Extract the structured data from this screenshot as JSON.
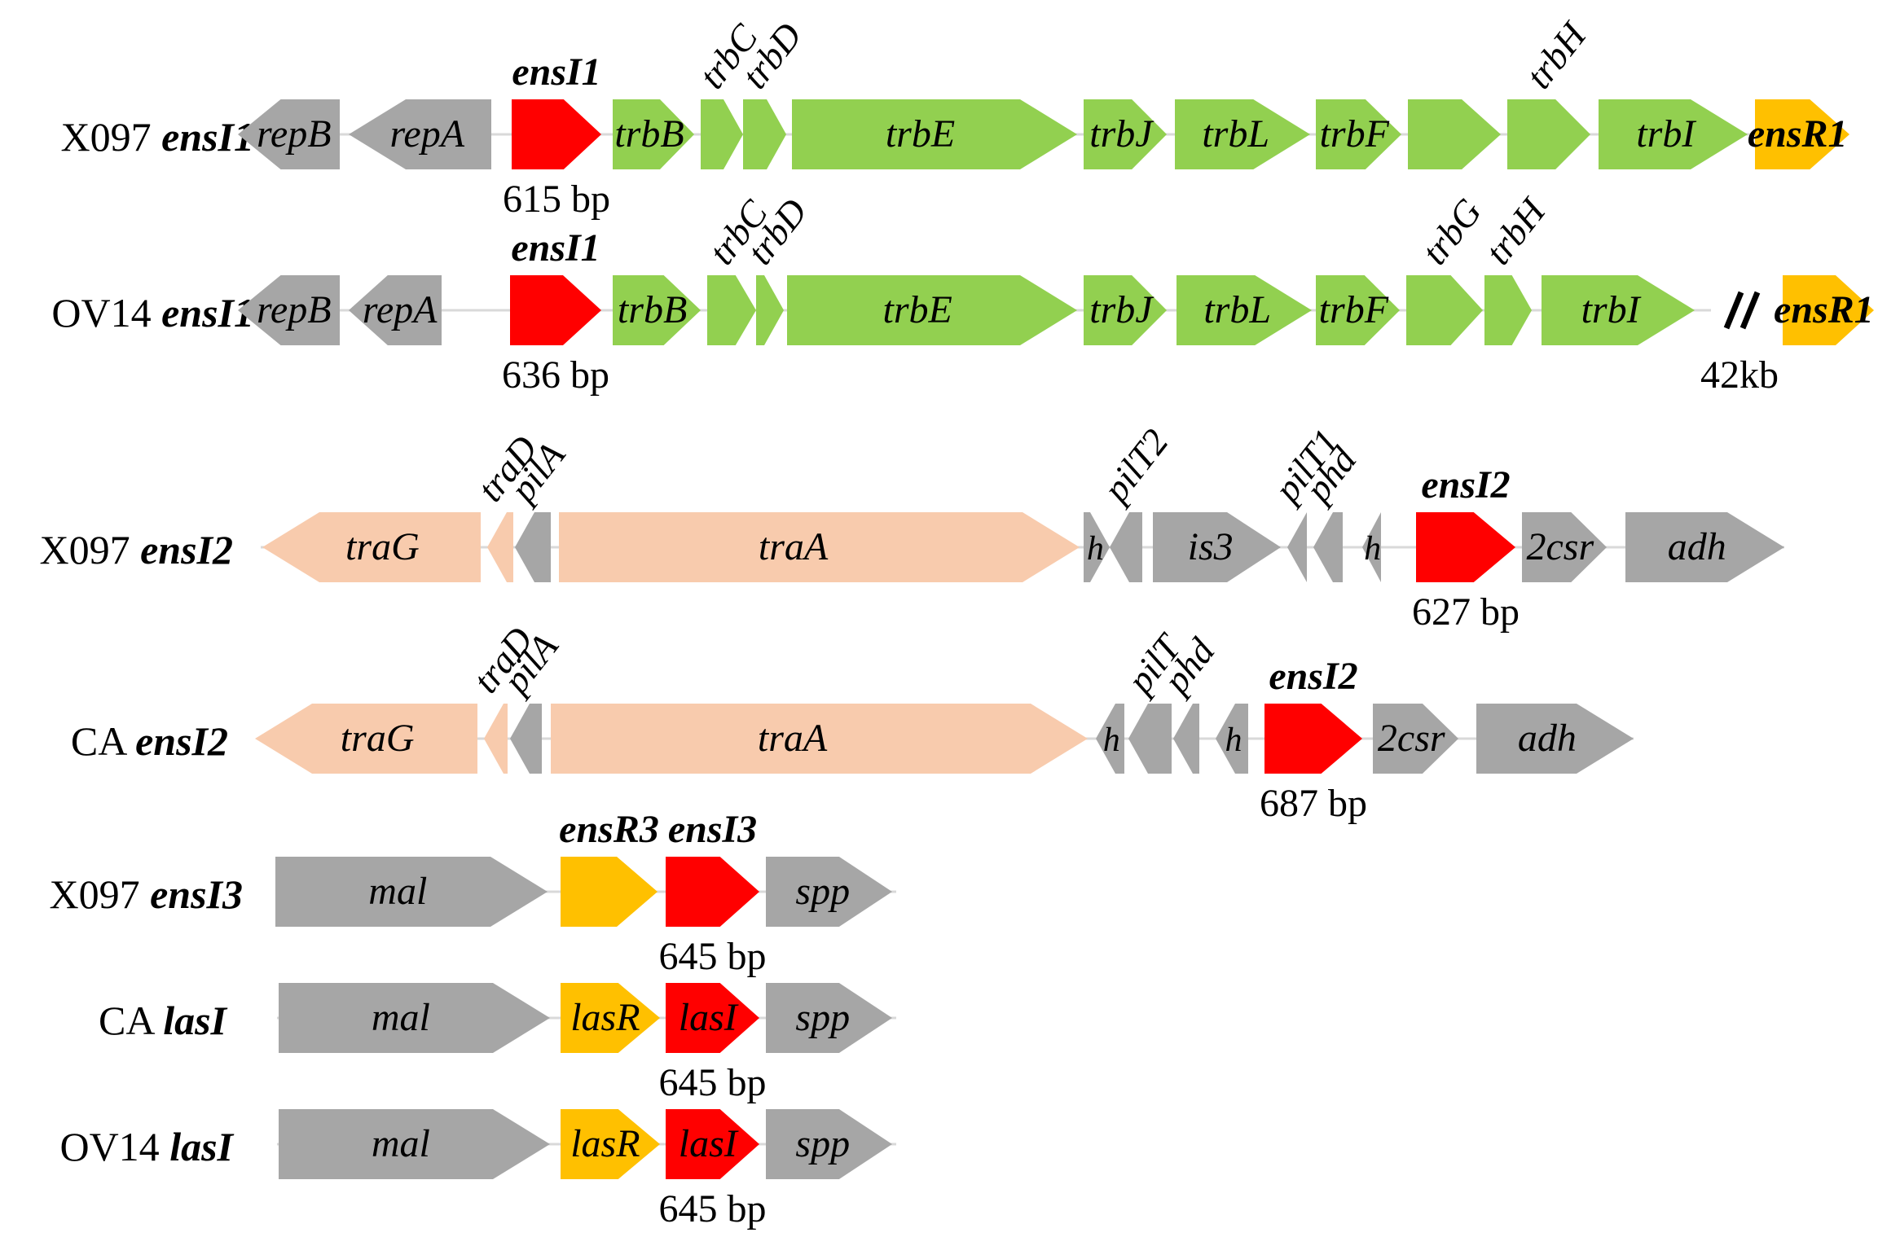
{
  "colors": {
    "gray": "#a6a6a6",
    "green": "#92d050",
    "red": "#ff0000",
    "orange": "#ffc000",
    "peach": "#f8cbad",
    "line": "#d9d9d9",
    "text": "#000000"
  },
  "rows": [
    {
      "strain": "X097",
      "locus": "ensI1",
      "genes": [
        {
          "label": "repB",
          "color": "gray",
          "dir": "left"
        },
        {
          "label": "repA",
          "color": "gray",
          "dir": "left"
        },
        {
          "label": "",
          "color": "red",
          "dir": "right",
          "above": "ensI1",
          "above_bold": true,
          "below": "615 bp"
        },
        {
          "label": "trbB",
          "color": "green",
          "dir": "right"
        },
        {
          "label": "",
          "color": "green",
          "dir": "right",
          "above": "trbC"
        },
        {
          "label": "",
          "color": "green",
          "dir": "right",
          "above": "trbD"
        },
        {
          "label": "trbE",
          "color": "green",
          "dir": "right"
        },
        {
          "label": "trbJ",
          "color": "green",
          "dir": "right"
        },
        {
          "label": "trbL",
          "color": "green",
          "dir": "right"
        },
        {
          "label": "trbF",
          "color": "green",
          "dir": "right"
        },
        {
          "label": "",
          "color": "green",
          "dir": "right"
        },
        {
          "label": "",
          "color": "green",
          "dir": "right",
          "above": "trbH"
        },
        {
          "label": "trbI",
          "color": "green",
          "dir": "right"
        },
        {
          "label": "ensR1",
          "color": "orange",
          "dir": "right",
          "bold": true
        }
      ]
    },
    {
      "strain": "OV14",
      "locus": "ensI1",
      "break_label": "42kb",
      "genes": [
        {
          "label": "repB",
          "color": "gray",
          "dir": "left"
        },
        {
          "label": "repA",
          "color": "gray",
          "dir": "left"
        },
        {
          "label": "",
          "color": "red",
          "dir": "right",
          "above": "ensI1",
          "above_bold": true,
          "below": "636 bp"
        },
        {
          "label": "trbB",
          "color": "green",
          "dir": "right"
        },
        {
          "label": "",
          "color": "green",
          "dir": "right",
          "above": "trbC"
        },
        {
          "label": "",
          "color": "green",
          "dir": "right",
          "above": "trbD"
        },
        {
          "label": "trbE",
          "color": "green",
          "dir": "right"
        },
        {
          "label": "trbJ",
          "color": "green",
          "dir": "right"
        },
        {
          "label": "trbL",
          "color": "green",
          "dir": "right"
        },
        {
          "label": "trbF",
          "color": "green",
          "dir": "right"
        },
        {
          "label": "",
          "color": "green",
          "dir": "right",
          "above": "trbG"
        },
        {
          "label": "",
          "color": "green",
          "dir": "right",
          "above": "trbH"
        },
        {
          "label": "trbI",
          "color": "green",
          "dir": "right"
        },
        {
          "label": "ensR1",
          "color": "orange",
          "dir": "right",
          "bold": true
        }
      ]
    },
    {
      "strain": "X097",
      "locus": "ensI2",
      "genes": [
        {
          "label": "traG",
          "color": "peach",
          "dir": "left"
        },
        {
          "label": "",
          "color": "peach",
          "dir": "left",
          "above": "traD"
        },
        {
          "label": "",
          "color": "gray",
          "dir": "left",
          "above": "pilA"
        },
        {
          "label": "traA",
          "color": "peach",
          "dir": "right"
        },
        {
          "label": "h",
          "color": "gray",
          "dir": "right"
        },
        {
          "label": "",
          "color": "gray",
          "dir": "left",
          "above": "pilT2"
        },
        {
          "label": "is3",
          "color": "gray",
          "dir": "right"
        },
        {
          "label": "",
          "color": "gray",
          "dir": "left",
          "above": "pilT1"
        },
        {
          "label": "",
          "color": "gray",
          "dir": "left",
          "above": "phd"
        },
        {
          "label": "h",
          "color": "gray",
          "dir": "left"
        },
        {
          "label": "",
          "color": "red",
          "dir": "right",
          "above": "ensI2",
          "above_bold": true,
          "below": "627 bp"
        },
        {
          "label": "2csr",
          "color": "gray",
          "dir": "right"
        },
        {
          "label": "adh",
          "color": "gray",
          "dir": "right"
        }
      ]
    },
    {
      "strain": "CA",
      "locus": "ensI2",
      "genes": [
        {
          "label": "traG",
          "color": "peach",
          "dir": "left"
        },
        {
          "label": "",
          "color": "peach",
          "dir": "left",
          "above": "traD"
        },
        {
          "label": "",
          "color": "gray",
          "dir": "left",
          "above": "pilA"
        },
        {
          "label": "traA",
          "color": "peach",
          "dir": "right"
        },
        {
          "label": "h",
          "color": "gray",
          "dir": "left"
        },
        {
          "label": "",
          "color": "gray",
          "dir": "left",
          "above": "pilT"
        },
        {
          "label": "",
          "color": "gray",
          "dir": "left",
          "above": "phd"
        },
        {
          "label": "h",
          "color": "gray",
          "dir": "left"
        },
        {
          "label": "",
          "color": "red",
          "dir": "right",
          "above": "ensI2",
          "above_bold": true,
          "below": "687 bp"
        },
        {
          "label": "2csr",
          "color": "gray",
          "dir": "right"
        },
        {
          "label": "adh",
          "color": "gray",
          "dir": "right"
        }
      ]
    },
    {
      "strain": "X097",
      "locus": "ensI3",
      "genes": [
        {
          "label": "mal",
          "color": "gray",
          "dir": "right"
        },
        {
          "label": "",
          "color": "orange",
          "dir": "right",
          "above": "ensR3",
          "above_bold": true
        },
        {
          "label": "",
          "color": "red",
          "dir": "right",
          "above": "ensI3",
          "above_bold": true,
          "below": "645 bp"
        },
        {
          "label": "spp",
          "color": "gray",
          "dir": "right"
        }
      ]
    },
    {
      "strain": "CA",
      "locus": "lasI",
      "genes": [
        {
          "label": "mal",
          "color": "gray",
          "dir": "right"
        },
        {
          "label": "lasR",
          "color": "orange",
          "dir": "right"
        },
        {
          "label": "lasI",
          "color": "red",
          "dir": "right",
          "below": "645 bp"
        },
        {
          "label": "spp",
          "color": "gray",
          "dir": "right"
        }
      ]
    },
    {
      "strain": "OV14",
      "locus": "lasI",
      "genes": [
        {
          "label": "mal",
          "color": "gray",
          "dir": "right"
        },
        {
          "label": "lasR",
          "color": "orange",
          "dir": "right"
        },
        {
          "label": "lasI",
          "color": "red",
          "dir": "right",
          "below": "645 bp"
        },
        {
          "label": "spp",
          "color": "gray",
          "dir": "right"
        }
      ]
    }
  ]
}
